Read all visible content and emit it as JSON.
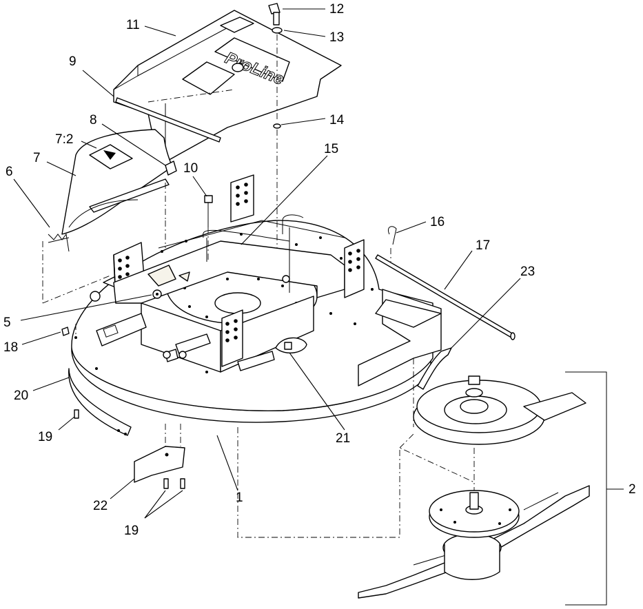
{
  "labels": {
    "l1": "1",
    "l2": "2",
    "l5": "5",
    "l6": "6",
    "l7": "7",
    "l7_2": "7:2",
    "l8": "8",
    "l9": "9",
    "l10": "10",
    "l11": "11",
    "l12": "12",
    "l13": "13",
    "l14": "14",
    "l15": "15",
    "l16": "16",
    "l17": "17",
    "l18": "18",
    "l19a": "19",
    "l19b": "19",
    "l20": "20",
    "l21": "21",
    "l22": "22",
    "l23": "23"
  },
  "decal_text": "ProLine",
  "colors": {
    "line": "#000000",
    "background": "#ffffff"
  }
}
